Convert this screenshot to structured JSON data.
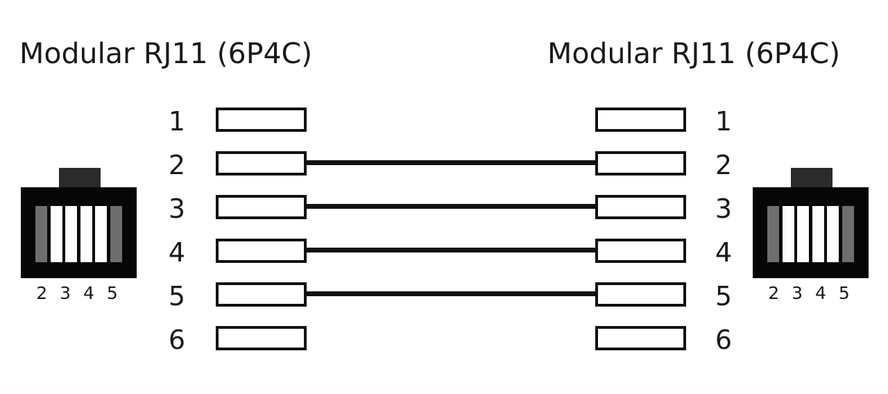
{
  "diagram": {
    "type": "rj11-straight-through-wiring",
    "background_color": "#ffffff",
    "line_color": "#111111",
    "titles": {
      "left": "Modular RJ11 (6P4C)",
      "right": "Modular RJ11 (6P4C)"
    },
    "pin_numbers": [
      "1",
      "2",
      "3",
      "4",
      "5",
      "6"
    ],
    "pins": [
      {
        "number": "1",
        "connected": false,
        "wire_to": null
      },
      {
        "number": "2",
        "connected": true,
        "wire_to": "2"
      },
      {
        "number": "3",
        "connected": true,
        "wire_to": "3"
      },
      {
        "number": "4",
        "connected": true,
        "wire_to": "4"
      },
      {
        "number": "5",
        "connected": true,
        "wire_to": "5"
      },
      {
        "number": "6",
        "connected": false,
        "wire_to": null
      }
    ],
    "connector_left": {
      "label": "2 3 4 5",
      "body_color": "#060606",
      "tab_color": "#2b2b2b",
      "pin_states": [
        "inactive",
        "active",
        "active",
        "active",
        "active",
        "inactive"
      ],
      "active_color": "#fdfdfd",
      "inactive_color": "#6e6e6e"
    },
    "connector_right": {
      "label": "2 3 4 5",
      "body_color": "#060606",
      "tab_color": "#2b2b2b",
      "pin_states": [
        "inactive",
        "active",
        "active",
        "active",
        "active",
        "inactive"
      ],
      "active_color": "#fdfdfd",
      "inactive_color": "#6e6e6e"
    }
  }
}
